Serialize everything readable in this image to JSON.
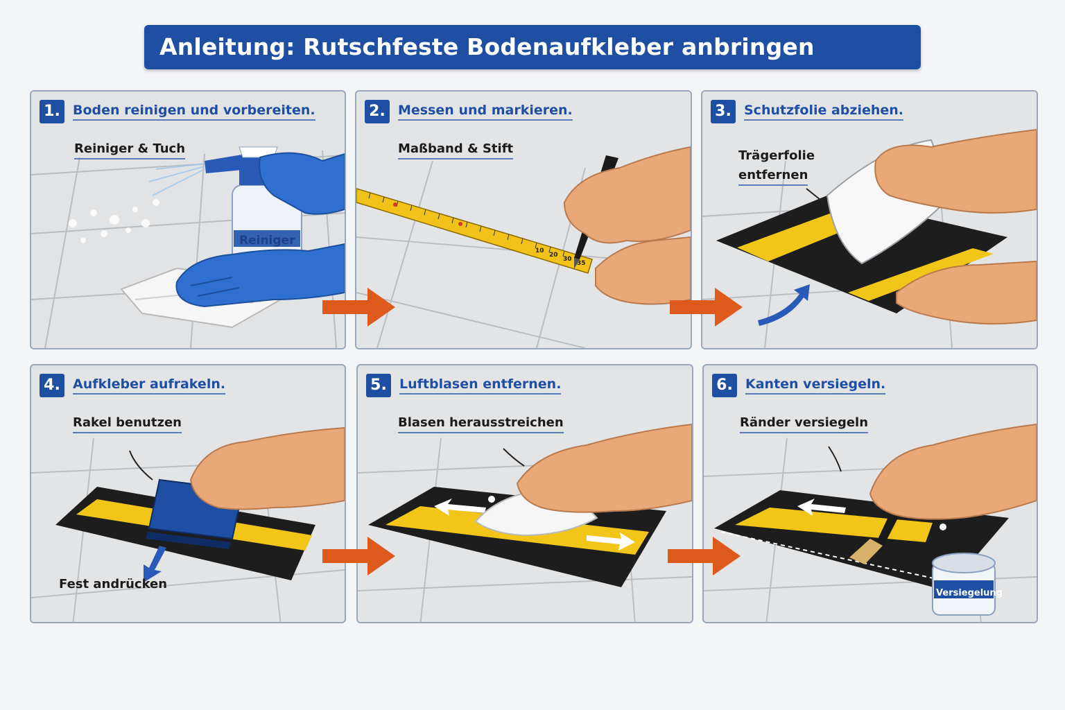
{
  "title": "Anleitung: Rutschfeste Bodenaufkleber anbringen",
  "steps": [
    {
      "num": "1.",
      "title": "Boden reinigen und vorbereiten.",
      "callouts": [
        "Reiniger & Tuch"
      ],
      "product_label": "Reiniger"
    },
    {
      "num": "2.",
      "title": "Messen und markieren.",
      "callouts": [
        "Maßband & Stift"
      ]
    },
    {
      "num": "3.",
      "title": "Schutzfolie abziehen.",
      "callouts": [
        "Trägerfolie",
        "entfernen"
      ]
    },
    {
      "num": "4.",
      "title": "Aufkleber aufrakeln.",
      "callouts": [
        "Rakel benutzen",
        "Fest andrücken"
      ]
    },
    {
      "num": "5.",
      "title": "Luftblasen entfernen.",
      "callouts": [
        "Blasen herausstreichen"
      ]
    },
    {
      "num": "6.",
      "title": "Kanten versiegeln.",
      "callouts": [
        "Ränder versiegeln"
      ],
      "product_label": "Versiegelung"
    }
  ],
  "tape_ticks": [
    "10",
    "20",
    "30",
    "35"
  ],
  "colors": {
    "brand_blue": "#1f4fa3",
    "arrow_orange": "#dd5a1c",
    "sticker_black": "#1d1d1d",
    "sticker_yellow": "#f2c618",
    "glove_blue": "#2f6fd0",
    "skin": "#e8a878"
  }
}
